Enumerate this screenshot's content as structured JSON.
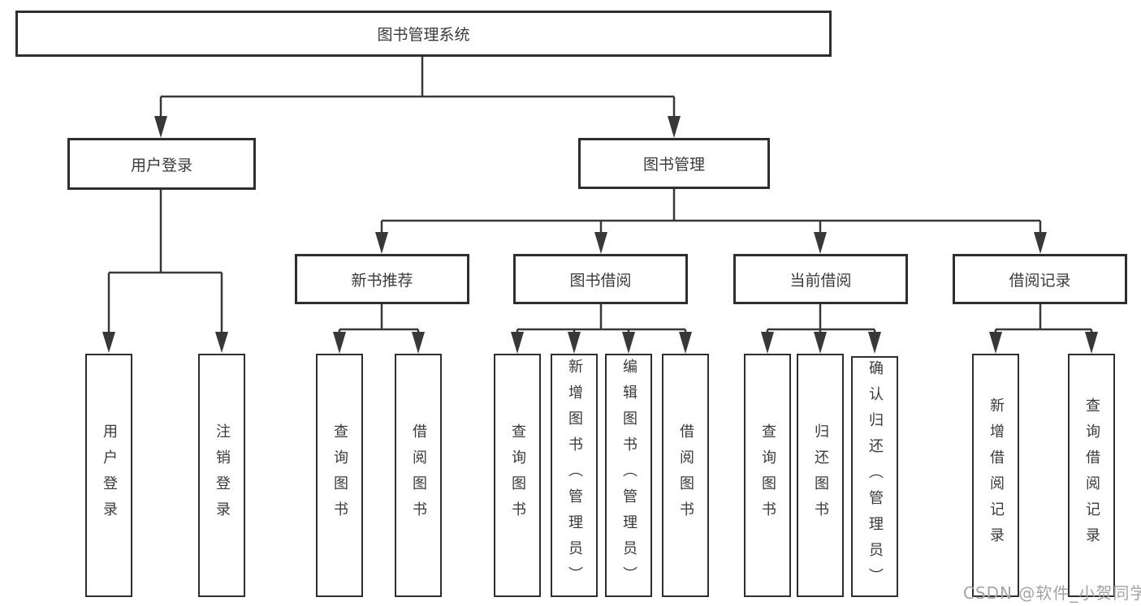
{
  "tree": {
    "root": {
      "label": "图书管理系统"
    },
    "children": [
      {
        "label": "用户登录",
        "children": [
          {
            "label": "用户登录"
          },
          {
            "label": "注销登录"
          }
        ]
      },
      {
        "label": "图书管理",
        "children": [
          {
            "label": "新书推荐",
            "children": [
              {
                "label": "查询图书"
              },
              {
                "label": "借阅图书"
              }
            ]
          },
          {
            "label": "图书借阅",
            "children": [
              {
                "label": "查询图书"
              },
              {
                "label": "新增图书（管理员）"
              },
              {
                "label": "编辑图书（管理员）"
              },
              {
                "label": "借阅图书"
              }
            ]
          },
          {
            "label": "当前借阅",
            "children": [
              {
                "label": "查询图书"
              },
              {
                "label": "归还图书"
              },
              {
                "label": "确认归还（管理员）"
              }
            ]
          },
          {
            "label": "借阅记录",
            "children": [
              {
                "label": "新增借阅记录"
              },
              {
                "label": "查询借阅记录"
              }
            ]
          }
        ]
      }
    ]
  },
  "watermark": "CSDN @软件_小贺同学",
  "colors": {
    "line": "#383838",
    "box_border": "#2e2e2e",
    "box_background": "#ffffff",
    "text": "#3a3a3a",
    "watermark": "#a3a3a3"
  }
}
